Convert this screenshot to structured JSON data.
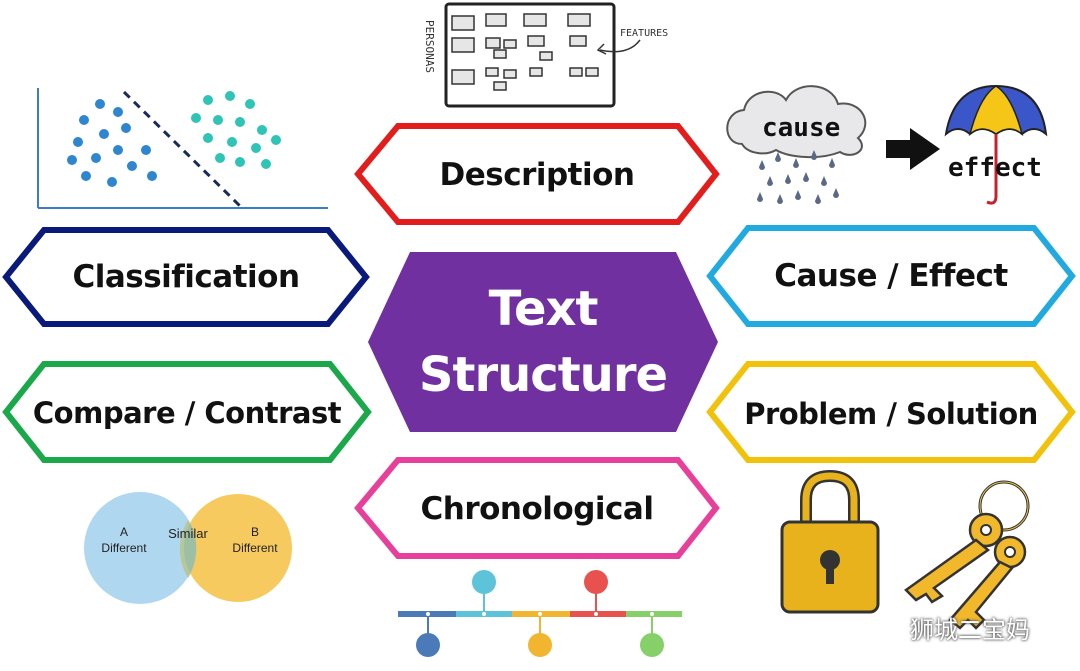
{
  "center": {
    "line1": "Text",
    "line2": "Structure",
    "color": "#7030a0"
  },
  "structures": [
    {
      "label": "Description",
      "border": "#e31c1c"
    },
    {
      "label": "Classification",
      "border": "#0a1a7a"
    },
    {
      "label": "Compare / Contrast",
      "border": "#1aa84a"
    },
    {
      "label": "Chronological",
      "border": "#e8409a"
    },
    {
      "label": "Cause / Effect",
      "border": "#20aae0"
    },
    {
      "label": "Problem / Solution",
      "border": "#f2c20a"
    }
  ],
  "persona_board": {
    "left_label": "PERSONAS",
    "right_label": "FEATURES"
  },
  "cause_effect_art": {
    "cloud_text": "cause",
    "umbrella_text": "effect"
  },
  "venn": {
    "left_letter": "A",
    "left_text": "Different",
    "middle": "Similar",
    "right_letter": "B",
    "right_text": "Different"
  },
  "watermark": "狮城二宝妈"
}
